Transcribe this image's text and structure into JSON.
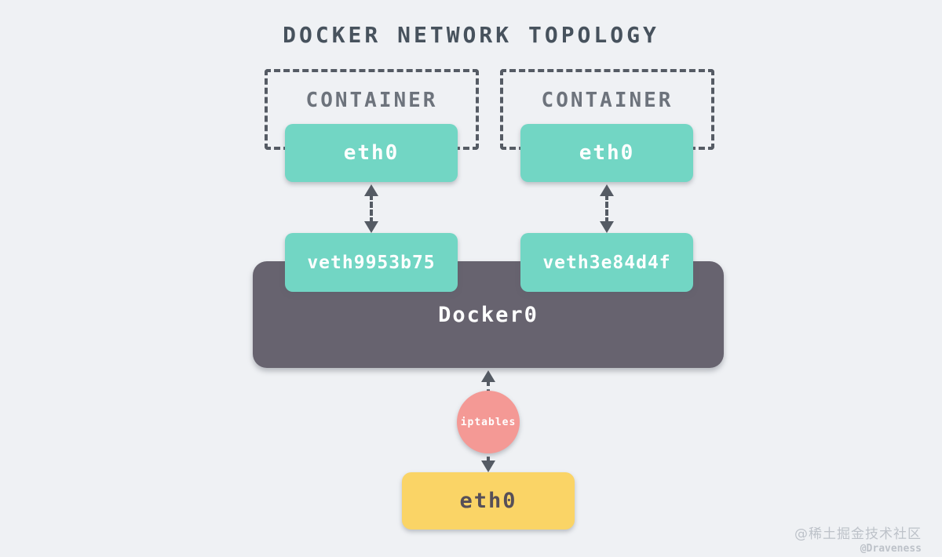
{
  "title": "DOCKER NETWORK TOPOLOGY",
  "containers": [
    {
      "label": "CONTAINER",
      "interface": "eth0"
    },
    {
      "label": "CONTAINER",
      "interface": "eth0"
    }
  ],
  "veth_pairs": [
    {
      "name": "veth9953b75"
    },
    {
      "name": "veth3e84d4f"
    }
  ],
  "bridge": {
    "name": "Docker0"
  },
  "nat": {
    "name": "iptables"
  },
  "host_interface": {
    "name": "eth0"
  },
  "watermark": {
    "community": "@稀土掘金技术社区",
    "author": "@Draveness"
  },
  "colors": {
    "background": "#eff1f4",
    "title_text": "#47525d",
    "container_label": "#6d737c",
    "dashed_border": "#555b64",
    "interface_teal": "#72d6c4",
    "bridge_gray": "#67636f",
    "nat_pink": "#f49995",
    "host_yellow": "#fad466",
    "host_text": "#564f58",
    "arrow": "#555b64",
    "watermark_text": "#bdc2c9"
  }
}
